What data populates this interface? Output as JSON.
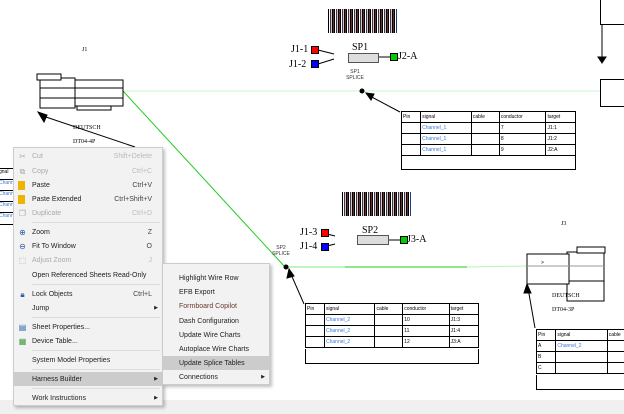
{
  "canvas": {
    "j1": {
      "ref": "J1",
      "maker": "DEUTSCH",
      "part": "DT04-4P"
    },
    "j3": {
      "ref": "J3",
      "maker": "DEUTSCH",
      "part": "DT04-3P"
    },
    "sp1": {
      "title": "SP1",
      "inputs": [
        "J1-1",
        "J1-2"
      ],
      "output": "J2-A",
      "ref": "SP1",
      "type": "SPLICE"
    },
    "sp2": {
      "title": "SP2",
      "inputs": [
        "J1-3",
        "J1-4"
      ],
      "output": "J3-A",
      "ref": "SP2",
      "type": "SPLICE"
    },
    "table_headers": [
      "Pin",
      "signal",
      "cable",
      "conductor",
      "target"
    ],
    "sp1_table": [
      [
        "",
        "Channel_1",
        "",
        "7",
        "J1:1"
      ],
      [
        "",
        "Channel_1",
        "",
        "8",
        "J1:2"
      ],
      [
        "",
        "Channel_1",
        "",
        "9",
        "J2:A"
      ]
    ],
    "sp2_table": [
      [
        "",
        "Channel_2",
        "",
        "10",
        "J1:3"
      ],
      [
        "",
        "Channel_2",
        "",
        "11",
        "J1:4"
      ],
      [
        "",
        "Channel_2",
        "",
        "12",
        "J3:A"
      ]
    ],
    "j3_table_headers": [
      "Pin",
      "signal",
      "cable"
    ],
    "j3_table": [
      [
        "A",
        "Channel_2",
        ""
      ],
      [
        "B",
        "",
        ""
      ],
      [
        "C",
        "",
        ""
      ]
    ],
    "left_partial_table": [
      "gnal",
      "Chann",
      "Chann",
      "Chann",
      "Chann"
    ],
    "colors": {
      "wire": "#22cc22",
      "pin_red": "#ff0000",
      "pin_blue": "#0000ff",
      "pin_green": "#00cc00",
      "link": "#3a7bd5"
    }
  },
  "context_menu": {
    "items": [
      {
        "label": "Cut",
        "shortcut": "Shift+Delete",
        "icon": "scissors-icon",
        "disabled": true
      },
      {
        "label": "Copy",
        "shortcut": "Ctrl+C",
        "icon": "copy-icon",
        "disabled": true
      },
      {
        "label": "Paste",
        "shortcut": "Ctrl+V",
        "icon": "paste-icon"
      },
      {
        "label": "Paste Extended",
        "shortcut": "Ctrl+Shift+V",
        "icon": "paste-extended-icon"
      },
      {
        "label": "Duplicate",
        "shortcut": "Ctrl+D",
        "icon": "duplicate-icon",
        "disabled": true
      },
      {
        "label": "Zoom",
        "shortcut": "Z",
        "icon": "zoom-in-icon"
      },
      {
        "label": "Fit To Window",
        "shortcut": "O",
        "icon": "zoom-out-icon"
      },
      {
        "label": "Adjust Zoom",
        "shortcut": "J",
        "icon": "adjust-zoom-icon",
        "disabled": true
      },
      {
        "label": "Open Referenced Sheets Read-Only",
        "shortcut": ""
      },
      {
        "label": "Lock Objects",
        "shortcut": "Ctrl+L",
        "icon": "lock-icon"
      },
      {
        "label": "Jump",
        "shortcut": ""
      },
      {
        "label": "Sheet Properties...",
        "shortcut": "",
        "icon": "sheet-properties-icon"
      },
      {
        "label": "Device Table...",
        "shortcut": "",
        "icon": "device-table-icon"
      },
      {
        "label": "System Model Properties",
        "shortcut": ""
      },
      {
        "label": "Harness Builder",
        "shortcut": ""
      },
      {
        "label": "Work Instructions",
        "shortcut": ""
      }
    ]
  },
  "submenu": {
    "items": [
      "Highlight Wire Row",
      "EFB Export",
      "Formboard Copilot",
      "Dash Configuration",
      "Update Wire Charts",
      "Autoplace Wire Charts",
      "Update Splice Tables",
      "Connections"
    ]
  }
}
